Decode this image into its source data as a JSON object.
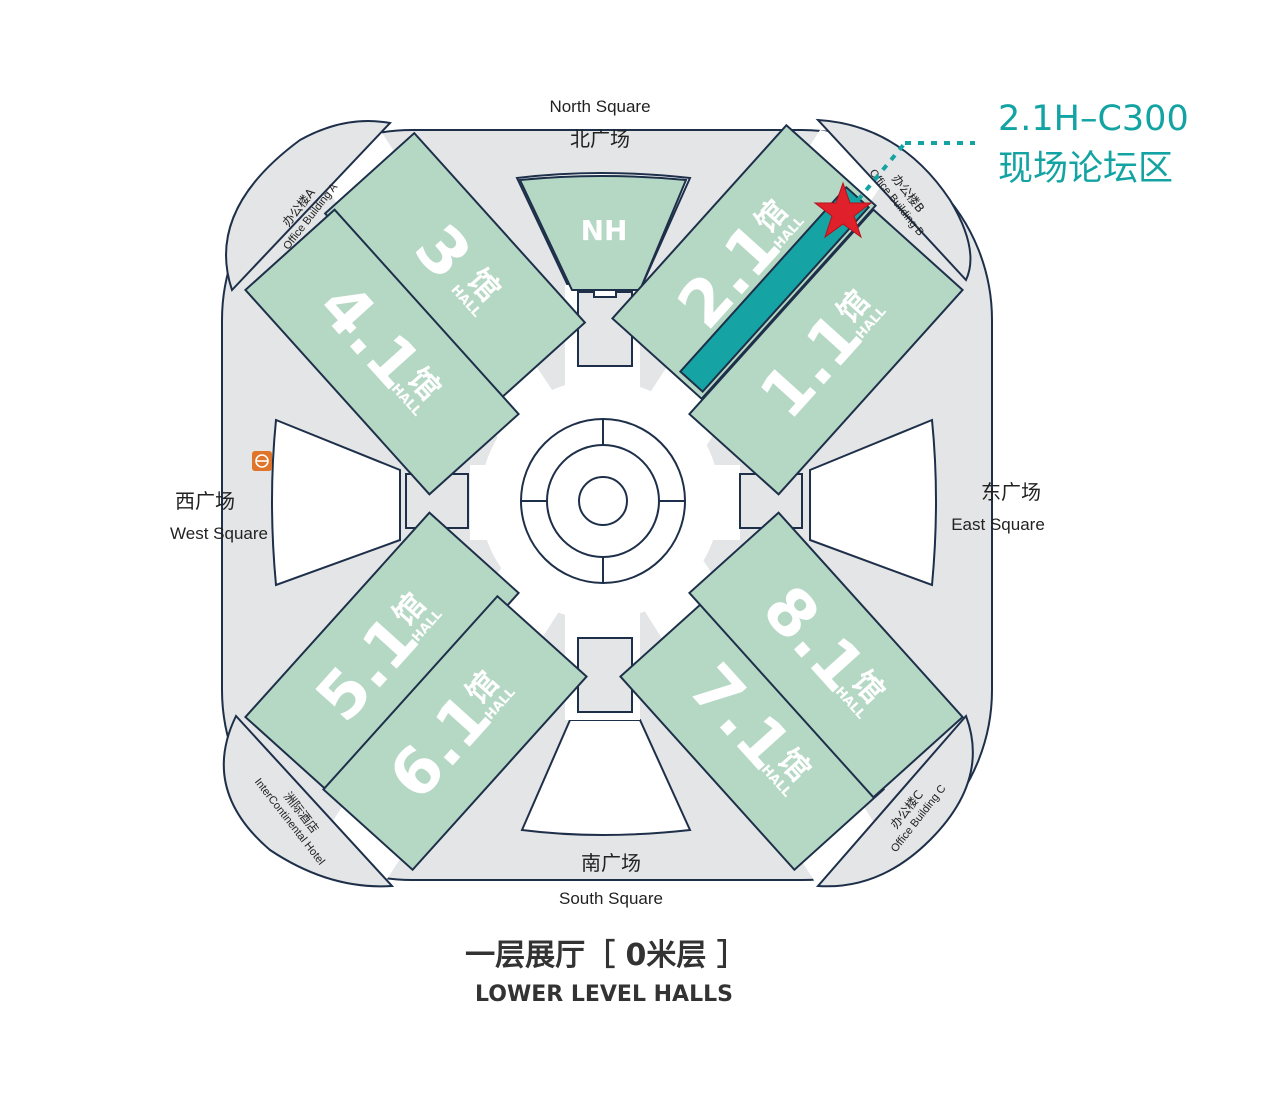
{
  "colors": {
    "hall_fill": "#b5d8c4",
    "hall_stroke": "#1e2f4a",
    "highlight": "#15a3a3",
    "corridor": "#ffffff",
    "plaza": "#e3e5e6",
    "star": "#e0202a",
    "callout_text": "#14a3a3",
    "metro": "#e0742a"
  },
  "squares": {
    "north": {
      "en": "North Square",
      "zh": "北广场"
    },
    "south": {
      "zh": "南广场",
      "en": "South Square"
    },
    "west": {
      "zh": "西广场",
      "en": "West Square"
    },
    "east": {
      "zh": "东广场",
      "en": "East Square"
    }
  },
  "halls": [
    {
      "id": "3",
      "num": "3",
      "zh": "馆",
      "en": "HALL",
      "highlighted": false
    },
    {
      "id": "4.1",
      "num": "4.1",
      "zh": "馆",
      "en": "HALL",
      "highlighted": false
    },
    {
      "id": "2.1",
      "num": "2.1",
      "zh": "馆",
      "en": "HALL",
      "highlighted": true
    },
    {
      "id": "1.1",
      "num": "1.1",
      "zh": "馆",
      "en": "HALL",
      "highlighted": false
    },
    {
      "id": "5.1",
      "num": "5.1",
      "zh": "馆",
      "en": "HALL",
      "highlighted": false
    },
    {
      "id": "6.1",
      "num": "6.1",
      "zh": "馆",
      "en": "HALL",
      "highlighted": false
    },
    {
      "id": "7.1",
      "num": "7.1",
      "zh": "馆",
      "en": "HALL",
      "highlighted": false
    },
    {
      "id": "8.1",
      "num": "8.1",
      "zh": "馆",
      "en": "HALL",
      "highlighted": false
    }
  ],
  "nh_label": "NH",
  "buildings": {
    "a": {
      "zh": "办公楼A",
      "en": "Office Building A"
    },
    "b": {
      "zh": "办公楼B",
      "en": "Office Building B"
    },
    "c": {
      "zh": "办公楼C",
      "en": "Office Building C"
    },
    "hotel": {
      "zh": "洲际酒店",
      "en": "InterContinental Hotel"
    }
  },
  "callout": {
    "line1": "2.1H–C300",
    "line2": "现场论坛区"
  },
  "legend": {
    "title_zh": "一层展厅［ 0米层 ］",
    "title_en": "LOWER LEVEL HALLS"
  },
  "icons": {
    "metro": "metro-icon",
    "marker": "star-marker-icon"
  }
}
